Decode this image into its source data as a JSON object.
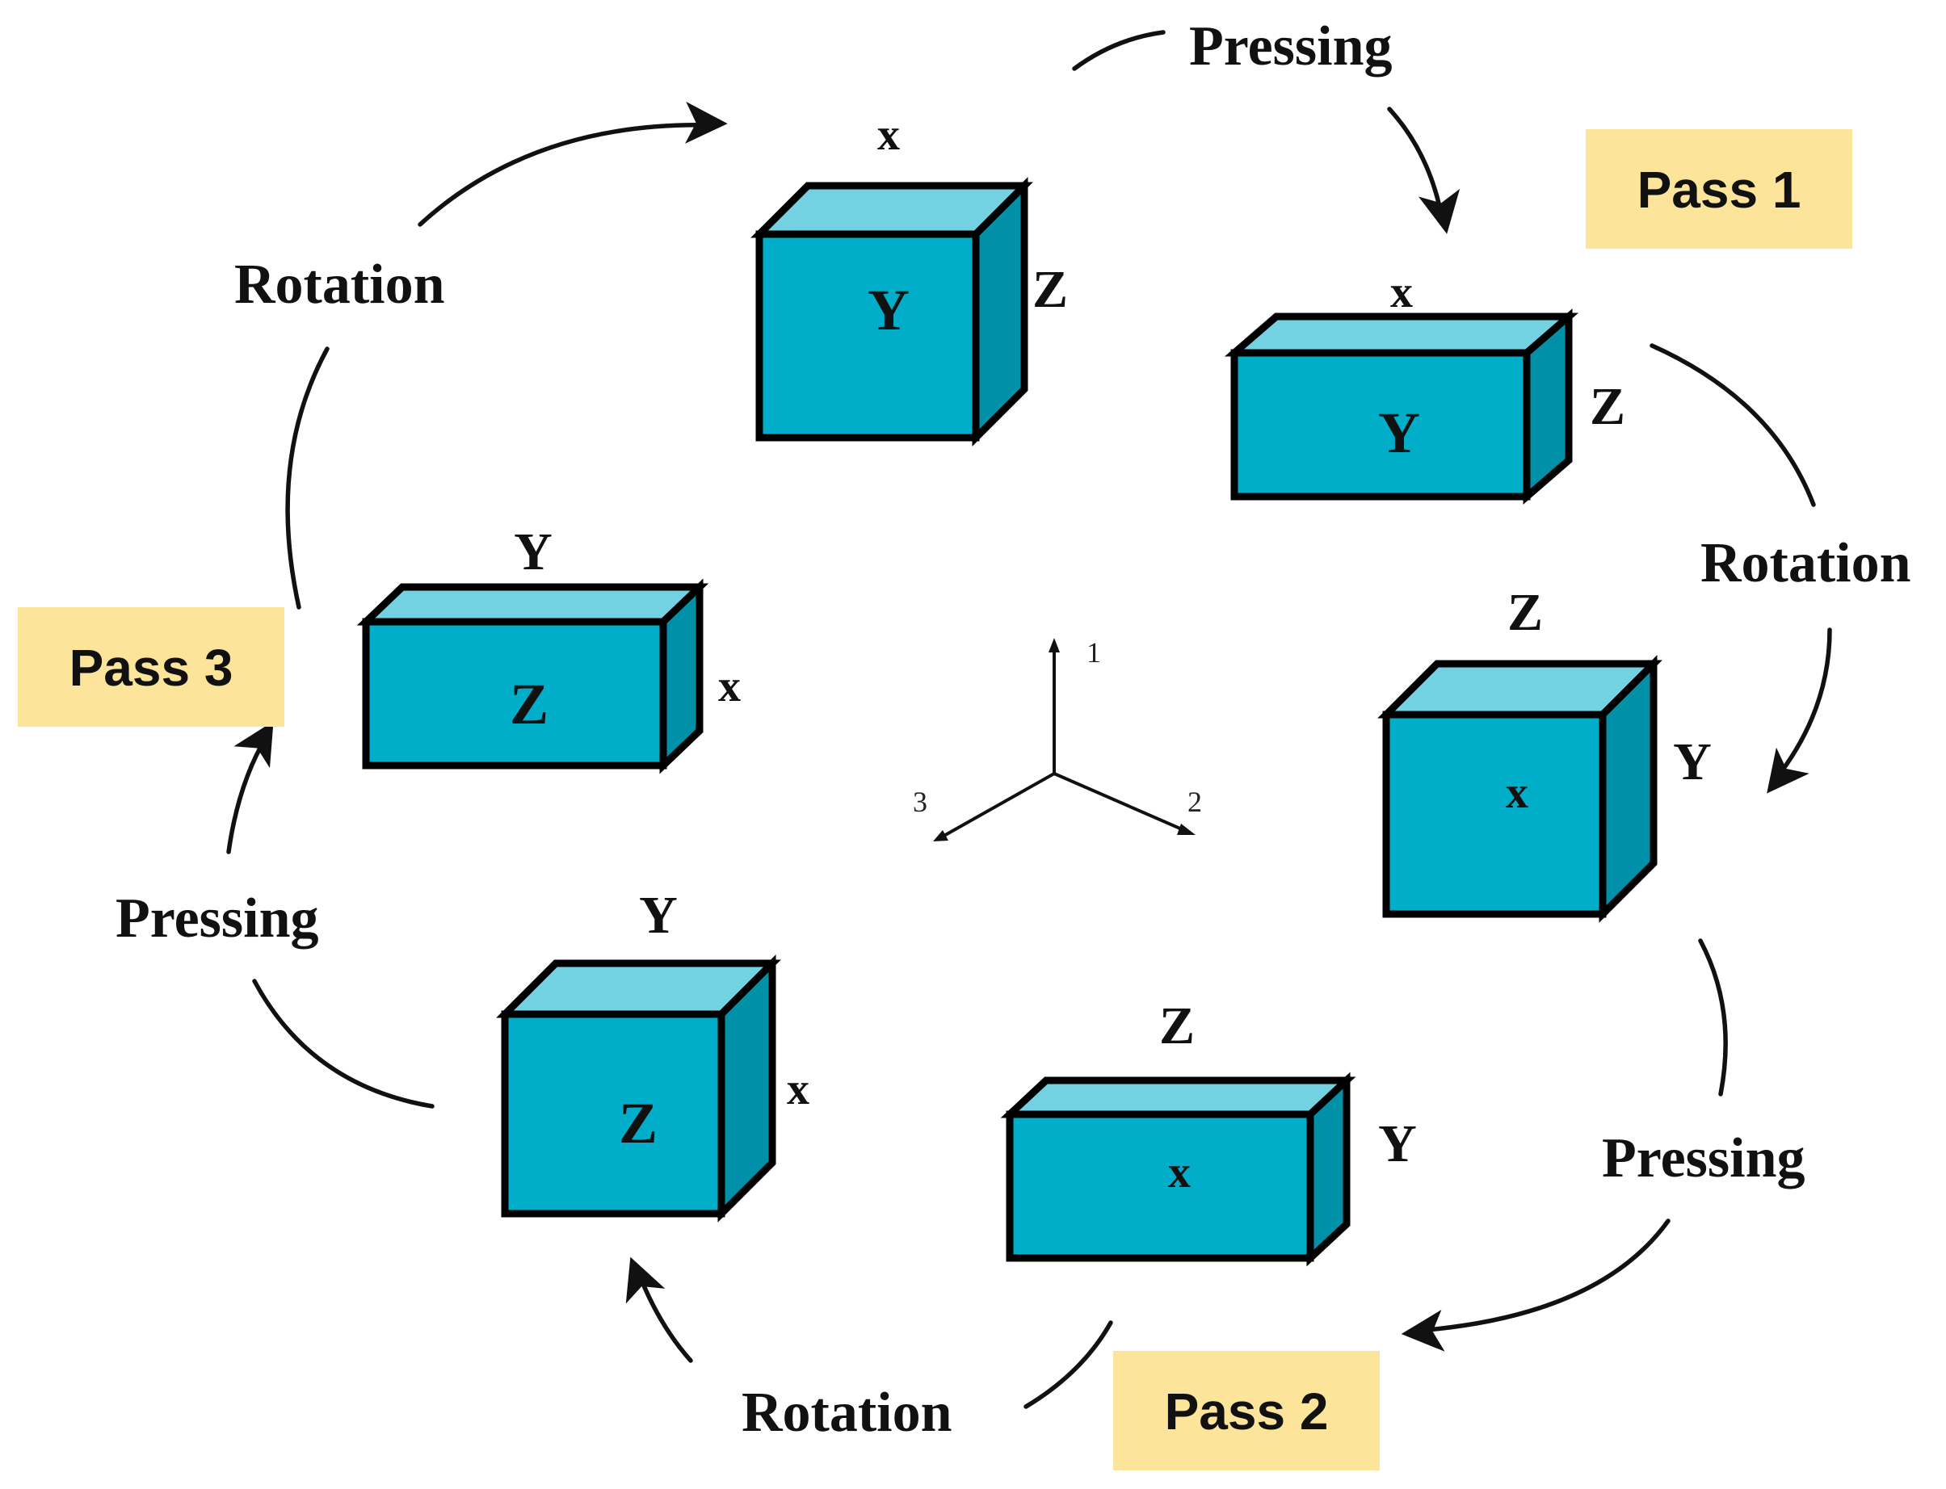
{
  "colors": {
    "front_face": "#00AEC9",
    "top_face": "#74D1E1",
    "side_face": "#0090A8",
    "outline": "#000000",
    "pass_box": "#FDE49B",
    "arrow": "#111111"
  },
  "passes": [
    "Pass 1",
    "Pass 2",
    "Pass 3"
  ],
  "steps": {
    "pressing": [
      "Pressing",
      "Pressing",
      "Pressing"
    ],
    "rotation": [
      "Rotation",
      "Rotation",
      "Rotation"
    ]
  },
  "axes_triad": [
    "1",
    "2",
    "3"
  ],
  "blocks": [
    {
      "id": "top-cube",
      "top": "x",
      "front": "Y",
      "side": "Z"
    },
    {
      "id": "pass1-pressed",
      "top": "x",
      "front": "Y",
      "side": "Z"
    },
    {
      "id": "right-cube",
      "top": "Z",
      "front": "x",
      "side": "Y"
    },
    {
      "id": "pass2-pressed",
      "top": "Z",
      "front": "x",
      "side": "Y"
    },
    {
      "id": "bottom-left-cube",
      "top": "Y",
      "front": "Z",
      "side": "x"
    },
    {
      "id": "pass3-pressed",
      "top": "Y",
      "front": "Z",
      "side": "x"
    }
  ]
}
